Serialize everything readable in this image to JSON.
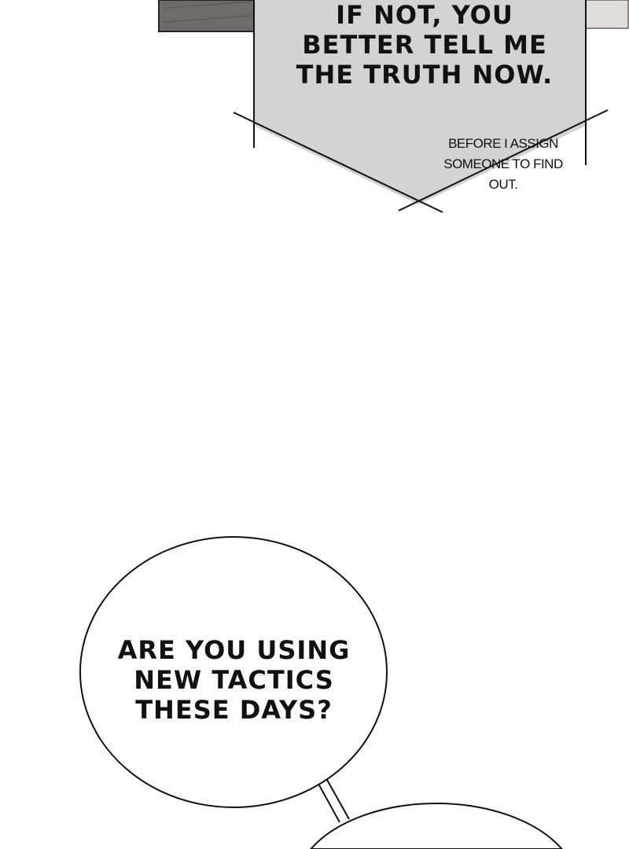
{
  "panel_top": {
    "bubble_main_lines": [
      "IF NOT, YOU",
      "BETTER TELL ME",
      "THE TRUTH NOW."
    ],
    "bubble_aside_lines": [
      "BEFORE I ASSIGN",
      "SOMEONE TO FIND",
      "OUT."
    ]
  },
  "panel_bottom": {
    "bubble_lines": [
      "ARE YOU USING",
      "NEW TACTICS",
      "THESE DAYS?"
    ]
  },
  "colors": {
    "box_fill": "#d3d3d3",
    "dark_panel": "#6f6b69",
    "light_panel": "#e0ddda"
  }
}
